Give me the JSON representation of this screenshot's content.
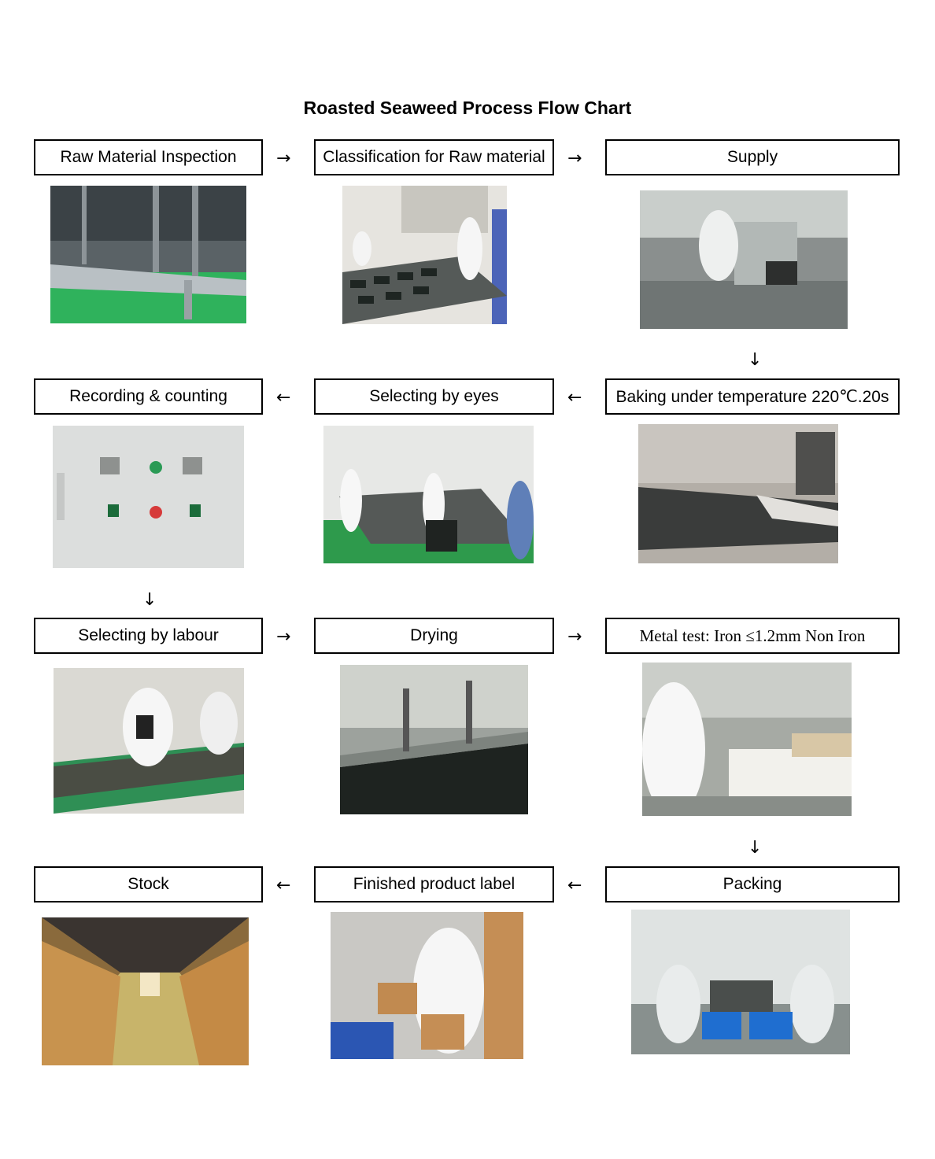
{
  "title": "Roasted Seaweed Process Flow Chart",
  "steps": [
    {
      "label": "Raw Material Inspection"
    },
    {
      "label": "Classification for Raw material"
    },
    {
      "label": "Supply"
    },
    {
      "label": "Baking under temperature 220℃.20s"
    },
    {
      "label": "Selecting by eyes"
    },
    {
      "label": "Recording & counting"
    },
    {
      "label": "Selecting by labour"
    },
    {
      "label": "Drying"
    },
    {
      "label": "Metal test: Iron ≤1.2mm Non Iron"
    },
    {
      "label": "Packing"
    },
    {
      "label": "Finished product label"
    },
    {
      "label": "Stock"
    }
  ],
  "arrows": {
    "right": "→",
    "left": "←",
    "down": "↓"
  }
}
